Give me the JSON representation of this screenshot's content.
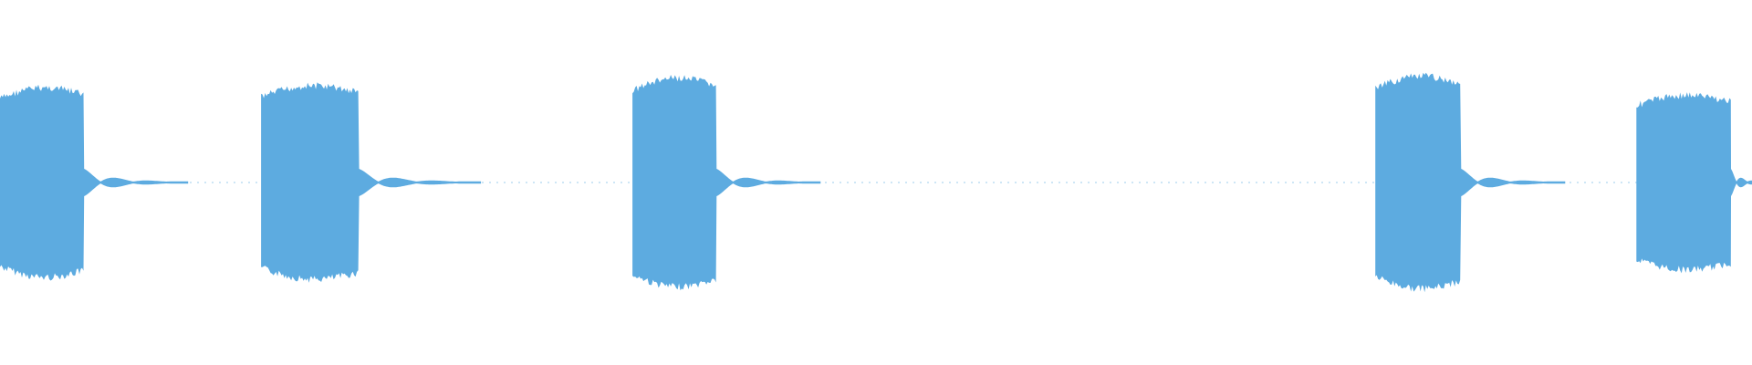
{
  "waveform": {
    "color": "#5dabe0",
    "bursts": [
      {
        "start": 0.0,
        "end": 0.048,
        "peak": 0.5,
        "tail_decay": 0.06
      },
      {
        "start": 0.149,
        "end": 0.205,
        "peak": 0.51,
        "tail_decay": 0.07
      },
      {
        "start": 0.361,
        "end": 0.409,
        "peak": 0.55,
        "tail_decay": 0.06
      },
      {
        "start": 0.785,
        "end": 0.834,
        "peak": 0.56,
        "tail_decay": 0.06
      },
      {
        "start": 0.934,
        "end": 0.988,
        "peak": 0.46,
        "tail_decay": 0.02
      }
    ]
  }
}
